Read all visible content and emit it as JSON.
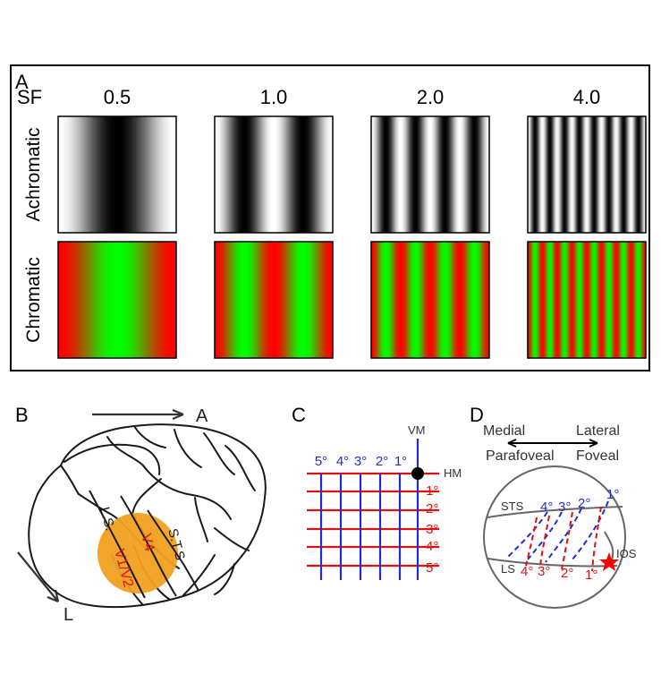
{
  "panel_a": {
    "letter": "A",
    "sf_label": "SF",
    "sf_values": [
      "0.5",
      "1.0",
      "2.0",
      "4.0"
    ],
    "cycles": [
      1,
      2,
      4,
      8
    ],
    "row_labels": [
      "Achromatic",
      "Chromatic"
    ]
  },
  "panel_b": {
    "letter": "B",
    "arrow_a": "A",
    "arrow_l": "L",
    "sulcus_ls": "L.S.",
    "sulcus_sts": "S.T.S",
    "area_v1v2": "V1/V2",
    "area_v4": "V4"
  },
  "panel_c": {
    "letter": "C",
    "vm": "VM",
    "hm": "HM",
    "top_eccentricities": [
      "5°",
      "4°",
      "3°",
      "2°",
      "1°"
    ],
    "right_eccentricities": [
      "1°",
      "2°",
      "3°",
      "4°",
      "5°"
    ]
  },
  "panel_d": {
    "letter": "D",
    "medial": "Medial",
    "lateral": "Lateral",
    "parafoveal": "Parafoveal",
    "foveal": "Foveal",
    "sts": "STS",
    "ls": "LS",
    "ios": "IOS",
    "blue_labels": [
      "4°",
      "3°",
      "2°",
      "1°"
    ],
    "red_labels": [
      "4°",
      "3°",
      "2°",
      "1°"
    ]
  },
  "colors": {
    "red": "#ff0000",
    "green": "#00ff00",
    "blue": "#1f2fc8",
    "ecc_red": "#e01010",
    "orange": "#f0a020",
    "ink": "#000000",
    "grey": "#555555"
  }
}
